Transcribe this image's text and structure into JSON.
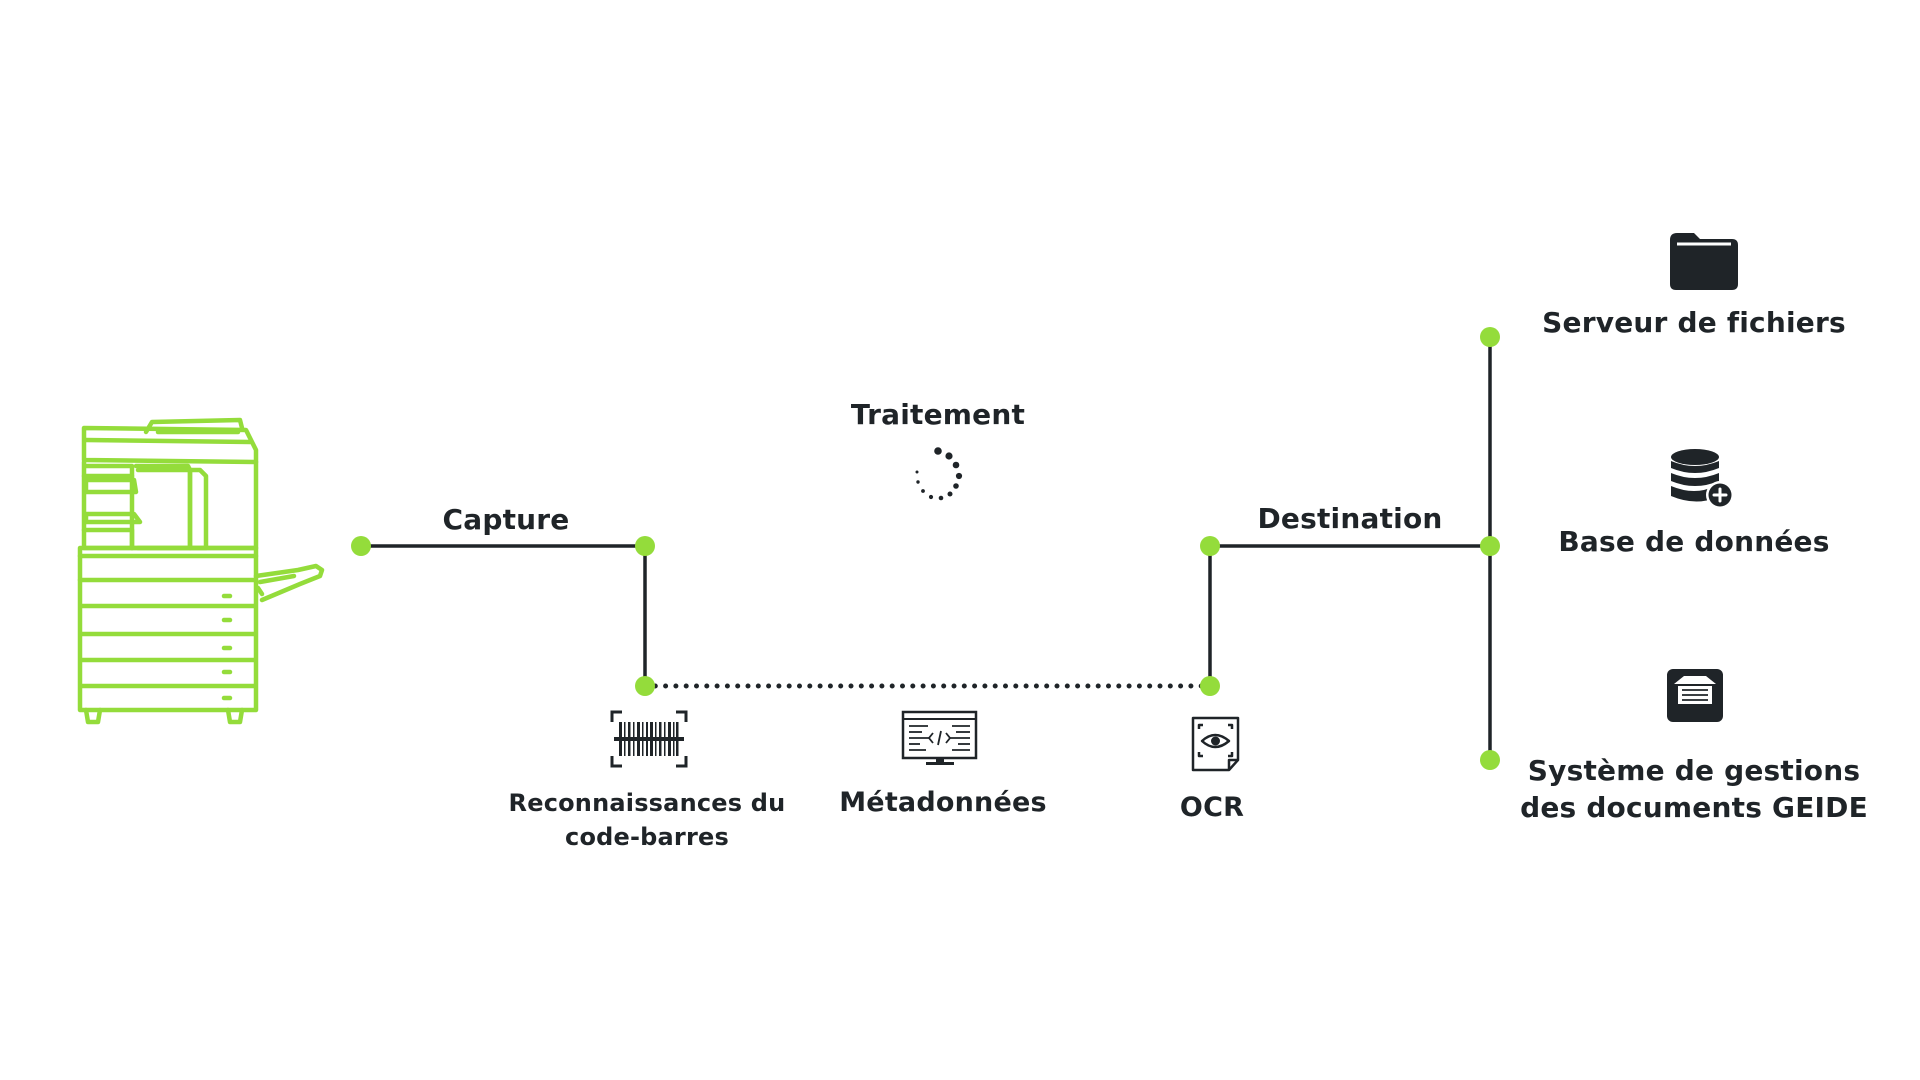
{
  "colors": {
    "accent": "#94dc3b",
    "line": "#1f2428",
    "text": "#1f2428"
  },
  "stages": {
    "capture": "Capture",
    "processing": "Traitement",
    "destination": "Destination"
  },
  "processing_steps": {
    "barcode_line1": "Reconnaissances du",
    "barcode_line2": "code-barres",
    "metadata": "Métadonnées",
    "ocr": "OCR"
  },
  "destinations": {
    "file_server": "Serveur de fichiers",
    "database": "Base de données",
    "dms_line1": "Système de gestions",
    "dms_line2": "des documents GEIDE"
  },
  "icons": {
    "source": "multifunction-printer-icon",
    "processing": "loading-spinner-icon",
    "barcode": "barcode-scan-icon",
    "metadata": "code-monitor-icon",
    "ocr": "ocr-eye-document-icon",
    "file_server": "folder-icon",
    "database": "database-add-icon",
    "dms": "archive-box-icon"
  }
}
